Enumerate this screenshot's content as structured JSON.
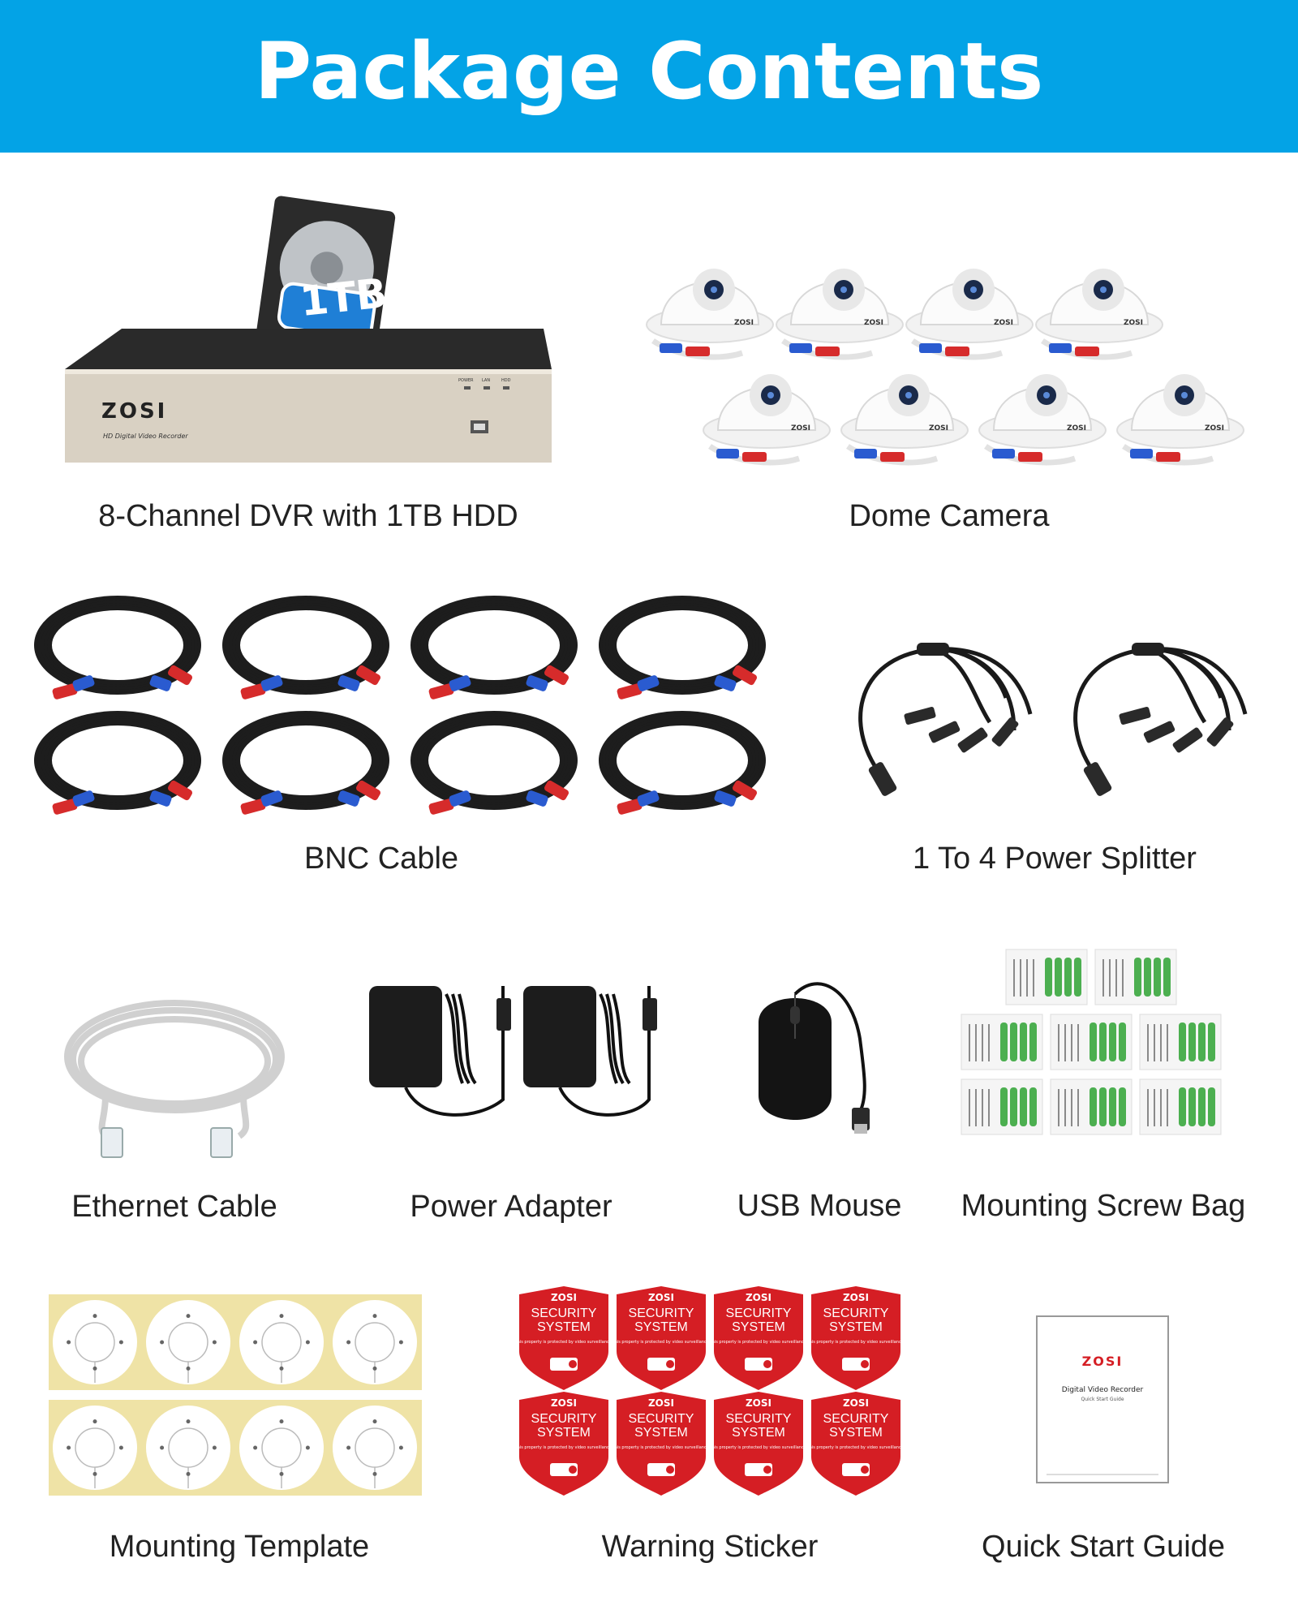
{
  "header": {
    "title": "Package Contents"
  },
  "colors": {
    "header_bg": "#03a3e6",
    "accent_blue": "#1f7fd6",
    "cable_red": "#d62b2b",
    "cable_blue": "#2a5bd0",
    "sticker_red": "#d51e24",
    "screw_green": "#4caf50"
  },
  "dvr": {
    "caption": "8-Channel DVR with 1TB HDD",
    "brand": "ZOSI",
    "model_text": "HD Digital Video Recorder",
    "hdd_label": "1TB",
    "leds": [
      "POWER",
      "LAN",
      "HDD"
    ]
  },
  "dome_camera": {
    "caption": "Dome Camera",
    "brand": "ZOSI"
  },
  "bnc_cable": {
    "caption": "BNC Cable"
  },
  "power_splitter": {
    "caption": "1 To 4 Power Splitter"
  },
  "ethernet_cable": {
    "caption": "Ethernet Cable"
  },
  "power_adapter": {
    "caption": "Power Adapter"
  },
  "usb_mouse": {
    "caption": "USB Mouse"
  },
  "screw_bag": {
    "caption": "Mounting Screw Bag"
  },
  "mounting_template": {
    "caption": "Mounting Template"
  },
  "warning_sticker": {
    "caption": "Warning Sticker",
    "brand": "ZOSI",
    "line1": "SECURITY",
    "line2": "SYSTEM",
    "note": "This property is protected by video surveillance."
  },
  "quick_start": {
    "caption": "Quick Start Guide",
    "brand": "ZOSI",
    "title": "Digital Video Recorder",
    "subtitle": "Quick Start Guide"
  }
}
